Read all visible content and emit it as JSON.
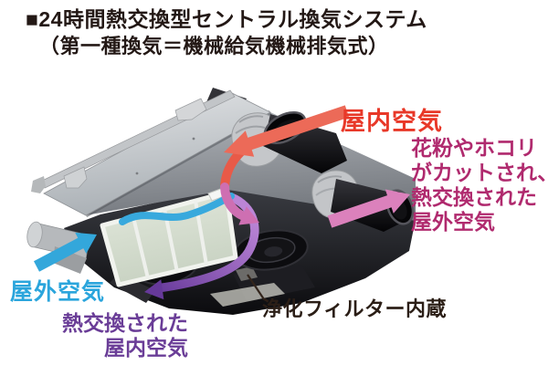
{
  "header": {
    "title_line1": "■24時間熱交換型セントラル換気システム",
    "title_line2": "（第一種換気＝機械給気機械排気式）",
    "text_color": "#231815"
  },
  "diagram": {
    "labels": {
      "indoor_air": {
        "text": "屋内空気",
        "color": "#e83828"
      },
      "supply_air": {
        "line1": "花粉やホコリ",
        "line2": "がカットされ、",
        "line3": "熱交換された",
        "line4": "屋外空気",
        "color": "#b02a6e"
      },
      "outdoor_air": {
        "text": "屋外空気",
        "color": "#2ba5dc"
      },
      "exhaust_air": {
        "line1": "熱交換された",
        "line2": "屋内空気",
        "color": "#6a3d97"
      },
      "filter_note": {
        "text": "浄化フィルター内蔵",
        "color": "#2b1e16"
      }
    },
    "arrows": {
      "indoor_air_intake": {
        "icon": "red-straight-arrow-down-left",
        "color": "#ec6a58"
      },
      "internal_exchange_flow": {
        "icon": "red-to-pink-curved-arrow",
        "color_start": "#e85a48",
        "color_end": "#ce6fb2"
      },
      "supply_outlet": {
        "icon": "pink-straight-arrow-up-right",
        "color": "#db81bc"
      },
      "outdoor_air_intake": {
        "icon": "cyan-straight-arrow-up-right",
        "color": "#33a7db"
      },
      "outdoor_internal_flow": {
        "icon": "cyan-wavy-flow-line",
        "color": "#38a9dd"
      },
      "exhaust_flow": {
        "icon": "purple-curved-arrow-down-left",
        "color_start": "#bb85d6",
        "color_end": "#66399a"
      }
    }
  }
}
